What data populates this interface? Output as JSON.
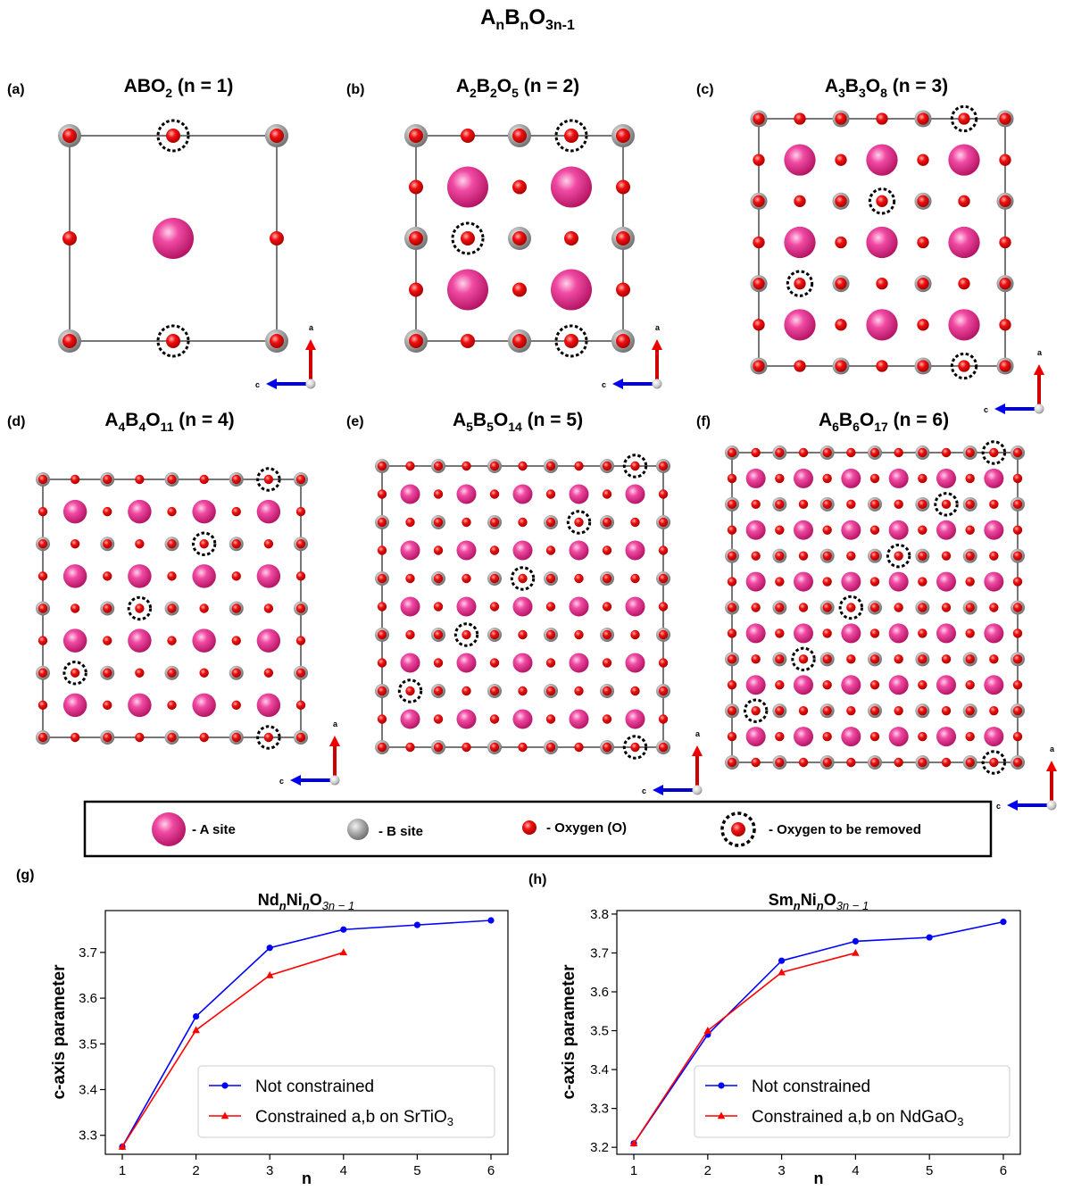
{
  "figure_title": {
    "base": "A",
    "s1": "n",
    "mid": "B",
    "s2": "n",
    "o": "O",
    "s3": "3n-1"
  },
  "panels": [
    {
      "letter": "(a)",
      "title": [
        [
          "ABO",
          ""
        ],
        [
          "2",
          "sub"
        ],
        [
          " (n = 1)",
          ""
        ]
      ],
      "n": 1
    },
    {
      "letter": "(b)",
      "title": [
        [
          "A",
          ""
        ],
        [
          "2",
          "sub"
        ],
        [
          "B",
          ""
        ],
        [
          "2",
          "sub"
        ],
        [
          "O",
          ""
        ],
        [
          "5",
          "sub"
        ],
        [
          " (n = 2)",
          ""
        ]
      ],
      "n": 2
    },
    {
      "letter": "(c)",
      "title": [
        [
          "A",
          ""
        ],
        [
          "3",
          "sub"
        ],
        [
          "B",
          ""
        ],
        [
          "3",
          "sub"
        ],
        [
          "O",
          ""
        ],
        [
          "8",
          "sub"
        ],
        [
          " (n = 3)",
          ""
        ]
      ],
      "n": 3
    },
    {
      "letter": "(d)",
      "title": [
        [
          "A",
          ""
        ],
        [
          "4",
          "sub"
        ],
        [
          "B",
          ""
        ],
        [
          "4",
          "sub"
        ],
        [
          "O",
          ""
        ],
        [
          "11",
          "sub"
        ],
        [
          " (n = 4)",
          ""
        ]
      ],
      "n": 4
    },
    {
      "letter": "(e)",
      "title": [
        [
          "A",
          ""
        ],
        [
          "5",
          "sub"
        ],
        [
          "B",
          ""
        ],
        [
          "5",
          "sub"
        ],
        [
          "O",
          ""
        ],
        [
          "14",
          "sub"
        ],
        [
          " (n = 5)",
          ""
        ]
      ],
      "n": 5
    },
    {
      "letter": "(f)",
      "title": [
        [
          "A",
          ""
        ],
        [
          "6",
          "sub"
        ],
        [
          "B",
          ""
        ],
        [
          "6",
          "sub"
        ],
        [
          "O",
          ""
        ],
        [
          "17",
          "sub"
        ],
        [
          " (n = 6)",
          ""
        ]
      ],
      "n": 6
    }
  ],
  "axis_labels": {
    "a": "a",
    "c": "c"
  },
  "legend": {
    "a_site": "- A site",
    "b_site": "- B site",
    "oxygen": "- Oxygen (O)",
    "removed": "- Oxygen to be removed"
  },
  "colors": {
    "a_site": "#e0338a",
    "b_site": "#a8a8a8",
    "oxygen": "#e00000",
    "series_not_constrained": "#0000ff",
    "series_constrained": "#ff0000"
  },
  "chart_data": [
    {
      "panel_letter": "(g)",
      "type": "line",
      "title": "Nd_nNi_nO_{3n-1}",
      "title_parts": [
        [
          "Nd",
          "b"
        ],
        [
          "n",
          "bi"
        ],
        [
          "Ni",
          "b"
        ],
        [
          "n",
          "bi"
        ],
        [
          "O",
          "b"
        ],
        [
          "3n − 1",
          "i"
        ]
      ],
      "xlabel": "n",
      "ylabel": "c-axis parameter",
      "x_ticks": [
        1,
        2,
        3,
        4,
        5,
        6
      ],
      "y_ticks": [
        3.3,
        3.4,
        3.5,
        3.6,
        3.7
      ],
      "xlim": [
        0.77,
        6.23
      ],
      "ylim": [
        3.2585,
        3.7915
      ],
      "series": [
        {
          "name": "Not constrained",
          "marker": "circle",
          "x": [
            1,
            2,
            3,
            4,
            5,
            6
          ],
          "y": [
            3.275,
            3.56,
            3.71,
            3.75,
            3.76,
            3.77
          ]
        },
        {
          "name": "Constrained a,b on SrTiO",
          "name_sub": "3",
          "marker": "triangle",
          "x": [
            1,
            2,
            3,
            4
          ],
          "y": [
            3.275,
            3.53,
            3.65,
            3.7
          ]
        }
      ],
      "legend_position": "lower-right",
      "grid": false
    },
    {
      "panel_letter": "(h)",
      "type": "line",
      "title": "Sm_nNi_nO_{3n-1}",
      "title_parts": [
        [
          "Sm",
          "b"
        ],
        [
          "n",
          "bi"
        ],
        [
          "Ni",
          "b"
        ],
        [
          "n",
          "bi"
        ],
        [
          "O",
          "b"
        ],
        [
          "3n − 1",
          "i"
        ]
      ],
      "xlabel": "n",
      "ylabel": "c-axis parameter",
      "x_ticks": [
        1,
        2,
        3,
        4,
        5,
        6
      ],
      "y_ticks": [
        3.2,
        3.3,
        3.4,
        3.5,
        3.6,
        3.7,
        3.8
      ],
      "xlim": [
        0.77,
        6.23
      ],
      "ylim": [
        3.182,
        3.809
      ],
      "series": [
        {
          "name": "Not constrained",
          "marker": "circle",
          "x": [
            1,
            2,
            3,
            4,
            5,
            6
          ],
          "y": [
            3.21,
            3.49,
            3.68,
            3.73,
            3.74,
            3.78
          ]
        },
        {
          "name": "Constrained a,b on NdGaO",
          "name_sub": "3",
          "marker": "triangle",
          "x": [
            1,
            2,
            3,
            4
          ],
          "y": [
            3.21,
            3.5,
            3.65,
            3.7
          ]
        }
      ],
      "legend_position": "lower-right",
      "grid": false
    }
  ]
}
